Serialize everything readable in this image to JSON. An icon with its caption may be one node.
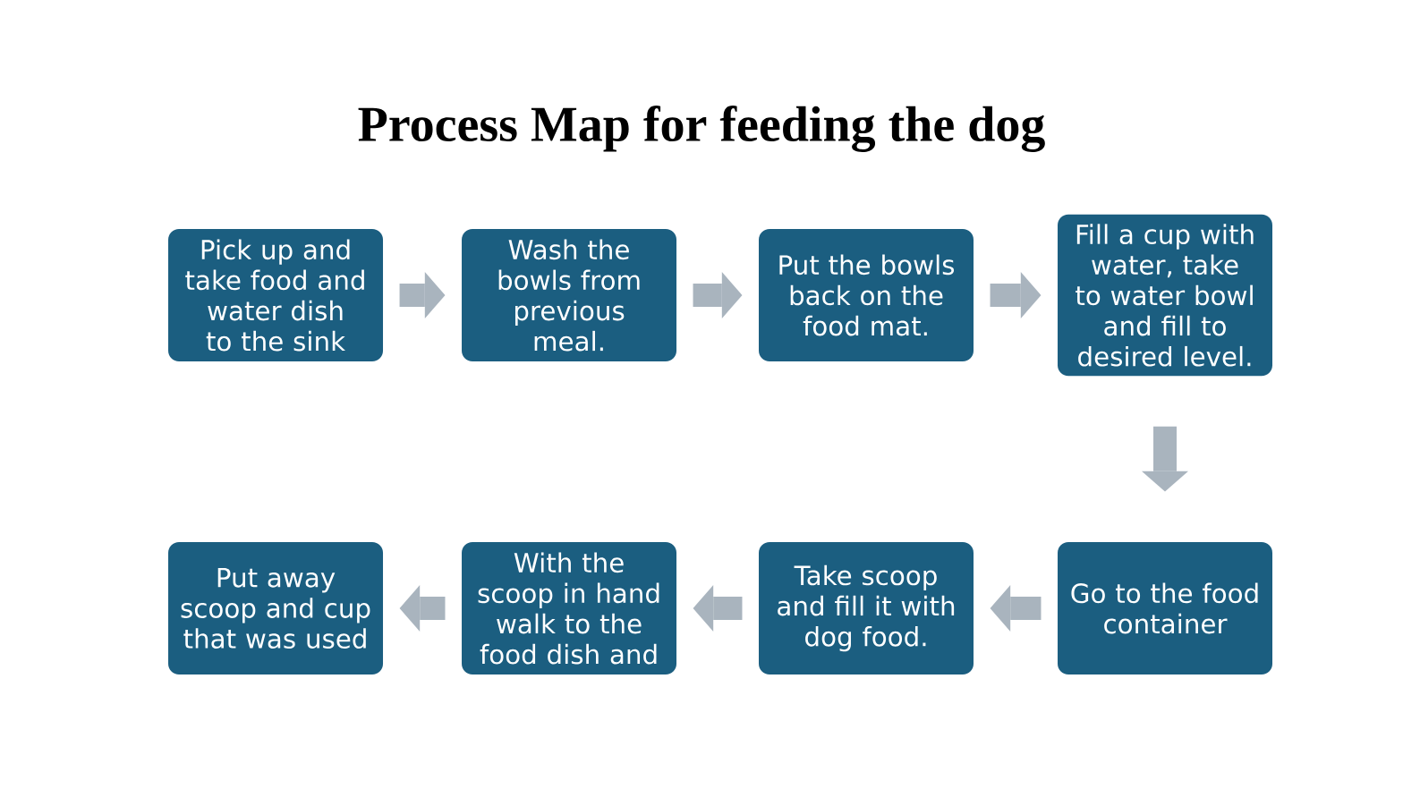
{
  "diagram": {
    "title": "Process Map for feeding the dog",
    "nodes": [
      {
        "text": [
          "Pick up and take food and water dish to the sink"
        ]
      },
      {
        "text": [
          "Wash the bowls from previous meal."
        ]
      },
      {
        "text": [
          "Put the bowls back on the food mat."
        ]
      },
      {
        "text": [
          "Fill a cup with water, take to water bowl and fill to desired level."
        ]
      },
      {
        "text": [
          "Go to the food container"
        ]
      },
      {
        "text": [
          "Take scoop and fill it with dog food."
        ]
      },
      {
        "text": [
          "With the scoop in hand walk to the food dish and"
        ]
      },
      {
        "text": [
          "Put away scoop and cup that was used"
        ]
      }
    ],
    "edges": [
      {
        "from": 0,
        "to": 1,
        "arrow": "to"
      },
      {
        "from": 1,
        "to": 2,
        "arrow": "to"
      },
      {
        "from": 2,
        "to": 3,
        "arrow": "to"
      },
      {
        "from": 3,
        "to": 4,
        "arrow": "to"
      },
      {
        "from": 4,
        "to": 5,
        "arrow": "to"
      },
      {
        "from": 5,
        "to": 6,
        "arrow": "to"
      },
      {
        "from": 6,
        "to": 7,
        "arrow": "to"
      }
    ]
  }
}
